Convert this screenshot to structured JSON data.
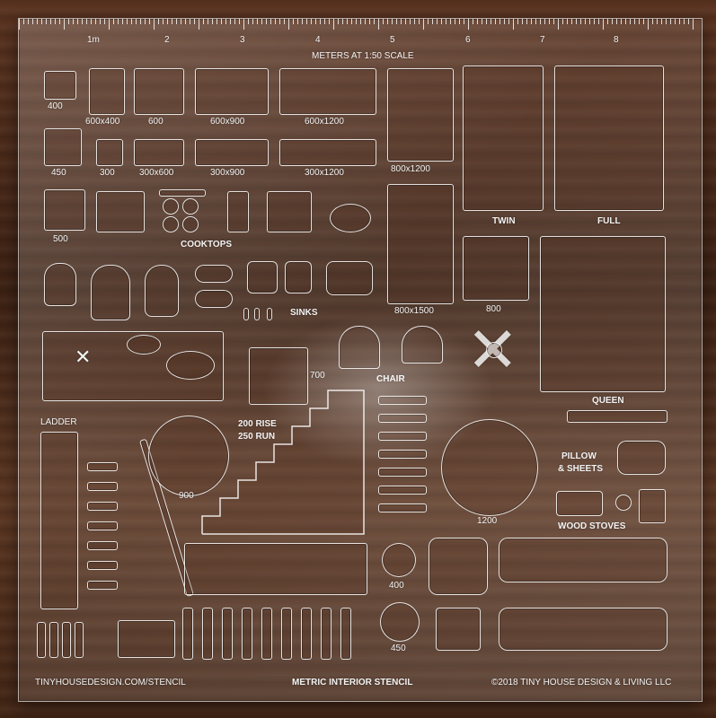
{
  "ruler": {
    "numbers": [
      "1m",
      "2",
      "3",
      "4",
      "5",
      "6",
      "7",
      "8"
    ],
    "scale_label": "METERS AT 1:50 SCALE"
  },
  "labels": {
    "l400": "400",
    "l600x400": "600x400",
    "l600": "600",
    "l600x900": "600x900",
    "l600x1200": "600x1200",
    "l450": "450",
    "l300": "300",
    "l300x600": "300x600",
    "l300x900": "300x900",
    "l300x1200": "300x1200",
    "l800x1200": "800x1200",
    "twin": "TWIN",
    "full": "FULL",
    "l500": "500",
    "cooktops": "COOKTOPS",
    "sinks": "SINKS",
    "l800x1500": "800x1500",
    "l800": "800",
    "chair": "CHAIR",
    "l700": "700",
    "queen": "QUEEN",
    "ladder": "LADDER",
    "rise": "200 RISE",
    "run": "250 RUN",
    "pillow1": "PILLOW",
    "pillow2": "& SHEETS",
    "l900": "900",
    "l1200": "1200",
    "woodstoves": "WOOD STOVES",
    "l400b": "400",
    "l450b": "450"
  },
  "footer": {
    "left": "TINYHOUSEDESIGN.COM/STENCIL",
    "center": "METRIC INTERIOR STENCIL",
    "right": "©2018 TINY HOUSE DESIGN & LIVING LLC"
  }
}
